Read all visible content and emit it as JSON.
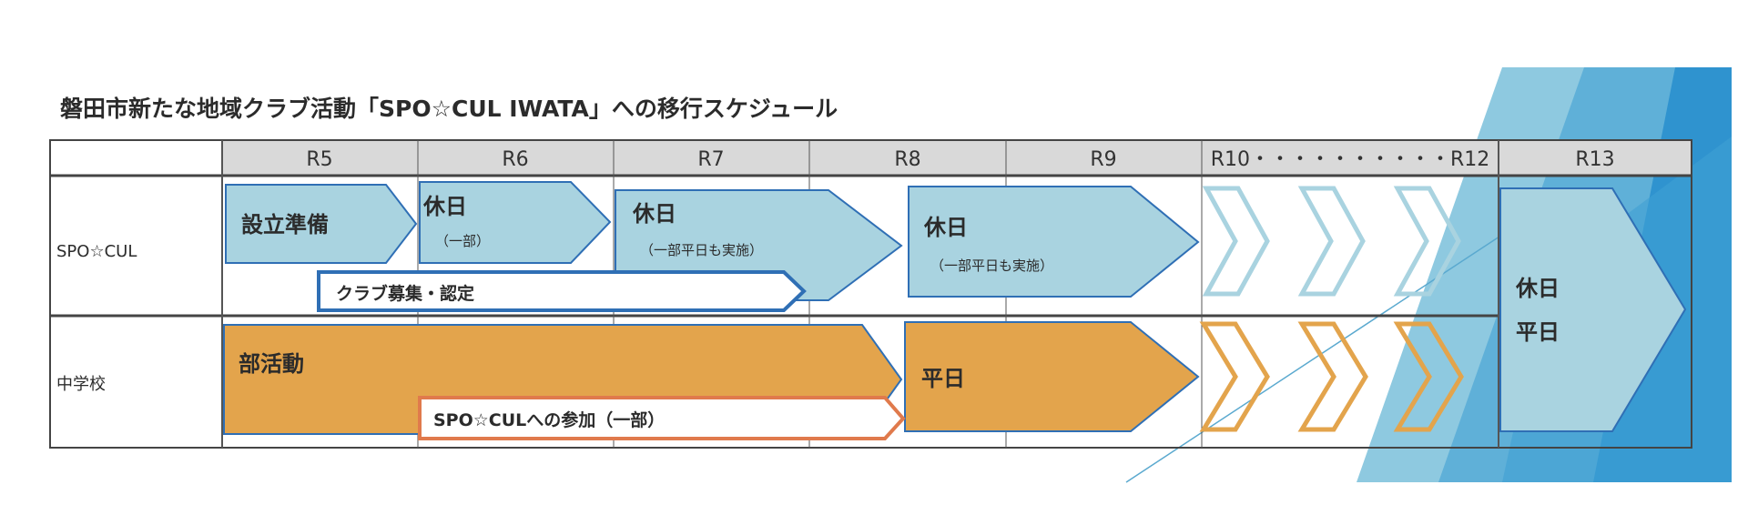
{
  "title": "磐田市新たな地域クラブ活動「SPO☆CUL IWATA」への移行スケジュール",
  "header": [
    "R5",
    "R6",
    "R7",
    "R8",
    "R9",
    "R10・・・・・・・・・・R12",
    "R13"
  ],
  "rows": {
    "spocul": {
      "label": "SPO☆CUL",
      "phases": [
        {
          "main": "設立準備"
        },
        {
          "main": "休日",
          "sub": "（一部）"
        },
        {
          "main": "休日",
          "sub": "（一部平日も実施）"
        },
        {
          "main": "休日",
          "sub": "（一部平日も実施）"
        }
      ],
      "overlay": "クラブ募集・認定"
    },
    "school": {
      "label": "中学校",
      "phases": [
        {
          "main": "部活動"
        },
        {
          "main": "平日"
        }
      ],
      "overlay": "SPO☆CULへの参加（一部）"
    }
  },
  "final": {
    "line1": "休日",
    "line2": "平日"
  },
  "colors": {
    "blue_fill": "#a9d3e0",
    "blue_stroke": "#2f6fb5",
    "orange_fill": "#e3a44c",
    "orange_stroke": "#e07a4c",
    "header_fill": "#d9d9d9"
  }
}
